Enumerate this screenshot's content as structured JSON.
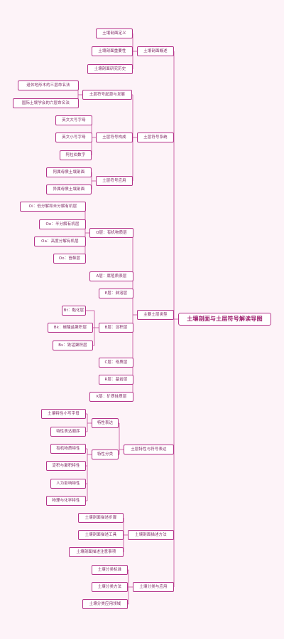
{
  "root": {
    "label": "土壤剖面与土层符号解读导图"
  },
  "colors": {
    "line": "#c24a98",
    "border": "#b5338a",
    "text": "#7a1f5e",
    "background": "#fdf3f8"
  },
  "branches": [
    {
      "label": "土壤剖面概述",
      "children": [
        {
          "label": "土壤剖面定义"
        },
        {
          "label": "土壤剖面重要性"
        },
        {
          "label": "土壤剖面研究历史"
        }
      ]
    },
    {
      "label": "土层符号系统",
      "children": [
        {
          "label": "土层符号起源与发展",
          "children": [
            {
              "label": "退休地形木的三层命名法"
            },
            {
              "label": "国际土壤学会的六层命名法"
            }
          ]
        },
        {
          "label": "土层符号构成",
          "children": [
            {
              "label": "英文大写字母"
            },
            {
              "label": "英文小写字母"
            },
            {
              "label": "阿拉伯数字"
            }
          ]
        },
        {
          "label": "土层符号应用",
          "children": [
            {
              "label": "阿属母质土壤剖面"
            },
            {
              "label": "异属母质土壤剖面"
            }
          ]
        }
      ]
    },
    {
      "label": "主要土层类型",
      "children": [
        {
          "label": "O层：有机物质层",
          "children": [
            {
              "label": "Oi：低分解和未分解有机层"
            },
            {
              "label": "Oe：半分解有机层"
            },
            {
              "label": "Oa：高度分解有机层"
            },
            {
              "label": "Oo：苔藓层"
            }
          ]
        },
        {
          "label": "A层：腐殖质表层"
        },
        {
          "label": "E层：淋溶层"
        },
        {
          "label": "B层：淀积层",
          "children": [
            {
              "label": "Bt：黏化层"
            },
            {
              "label": "Bk：碳酸盐聚积层"
            },
            {
              "label": "Bs：铁锰聚积层"
            }
          ]
        },
        {
          "label": "C层：母质层"
        },
        {
          "label": "R层：基岩层"
        },
        {
          "label": "K层：矿质硅质层"
        }
      ]
    },
    {
      "label": "土层特性与符号表达",
      "children": [
        {
          "label": "特性表达",
          "children": [
            {
              "label": "土壤特性小写字母"
            },
            {
              "label": "特性表达顺序"
            }
          ]
        },
        {
          "label": "特性分类",
          "children": [
            {
              "label": "有机物质特性"
            },
            {
              "label": "淀积与聚积特性"
            },
            {
              "label": "人为影响特性"
            },
            {
              "label": "物理与化学特性"
            }
          ]
        }
      ]
    },
    {
      "label": "土壤剖面描述方法",
      "children": [
        {
          "label": "土壤剖面描述步骤"
        },
        {
          "label": "土壤剖面描述工具"
        },
        {
          "label": "土壤剖面描述注意事项"
        }
      ]
    },
    {
      "label": "土壤分类与应用",
      "children": [
        {
          "label": "土壤分类标准"
        },
        {
          "label": "土壤分类方法"
        },
        {
          "label": "土壤分类应用领域"
        }
      ]
    }
  ]
}
